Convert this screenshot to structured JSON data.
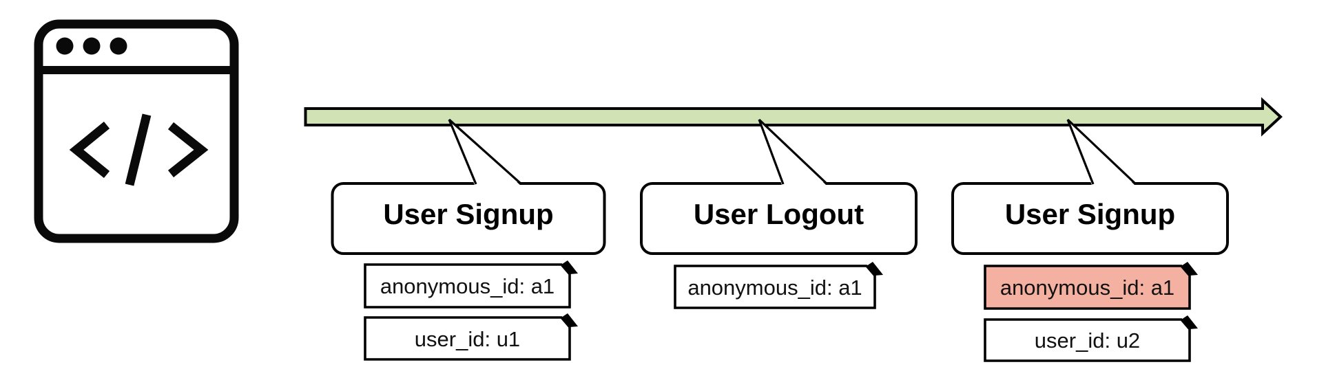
{
  "icons": {
    "browser_window": "browser-code-window-icon",
    "code_glyph": "</>",
    "note_fold": "folded-corner-note-icon"
  },
  "colors": {
    "timeline_fill": "#d1e3b5",
    "highlight": "#f4b1a1",
    "line": "#000000",
    "box_fill": "#ffffff"
  },
  "timeline": {
    "description": "event-stream-arrow"
  },
  "events": [
    {
      "title": "User Signup",
      "tags": [
        {
          "label": "anonymous_id: a1",
          "highlight": false
        },
        {
          "label": "user_id: u1",
          "highlight": false
        }
      ]
    },
    {
      "title": "User Logout",
      "tags": [
        {
          "label": "anonymous_id: a1",
          "highlight": false
        }
      ]
    },
    {
      "title": "User Signup",
      "tags": [
        {
          "label": "anonymous_id: a1",
          "highlight": true
        },
        {
          "label": "user_id: u2",
          "highlight": false
        }
      ]
    }
  ]
}
